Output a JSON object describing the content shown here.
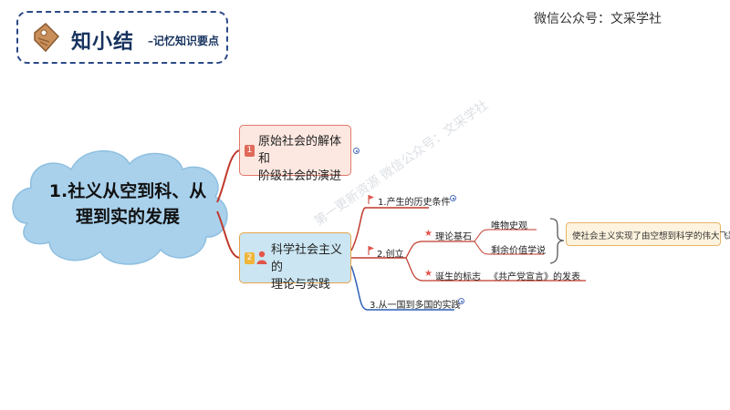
{
  "banner": {
    "title": "知小结",
    "subtitle": "–记忆知识要点"
  },
  "header": {
    "wechat": "微信公众号：文采学社"
  },
  "central": {
    "line1": "1.社义从空到科、从",
    "line2": "理到实的发展"
  },
  "branches": [
    {
      "number": "1",
      "line1": "原始社会的解体和",
      "line2": "阶级社会的演进"
    },
    {
      "number": "2",
      "line1": "科学社会主义的",
      "line2": "理论与实践"
    }
  ],
  "sub_nodes": {
    "origin": "1.产生的历史条件",
    "founding": "2.创立",
    "theory_base": "理论基石",
    "materialism": "唯物史观",
    "surplus_value": "剩余价值学说",
    "birth_mark": "诞生的标志",
    "manifesto": "《共产党宣言》的发表",
    "practice": "3.从一国到多国的实践"
  },
  "conclusion": "使社会主义实现了由空想到科学的伟大飞跃",
  "watermark": "第一更新资源 微信公众号：文采学社",
  "colors": {
    "banner_border": "#2b4a86",
    "cloud_fill": "#a9d1ec",
    "branch1_fill": "#fde8e1",
    "branch1_border": "#e2786a",
    "branch2_fill": "#cbe6f2",
    "branch2_border": "#e8a34b",
    "line_red": "#c0392b",
    "line_blue": "#2e5fb8",
    "conclusion_fill": "#fdf3de"
  },
  "icons": [
    "tag-icon",
    "person-icon",
    "flag-icon",
    "star-icon",
    "expand-icon",
    "brace-icon"
  ]
}
